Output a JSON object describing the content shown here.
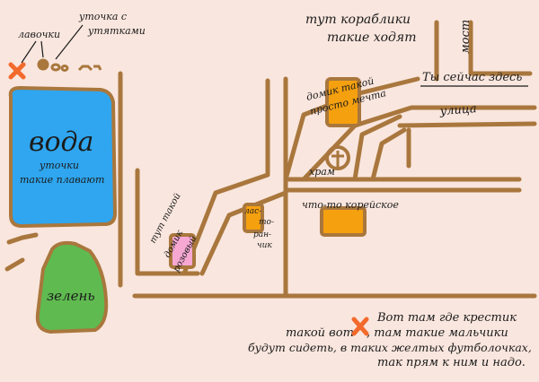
{
  "labels": {
    "benches": "лавочки",
    "duck_line1": "уточка с",
    "duck_line2": "утятками",
    "boats_line1": "тут кораблики",
    "boats_line2": "такие ходят",
    "bridge": "мост",
    "you_are_here": "Ты сейчас здесь",
    "water": "вода",
    "ducks_line1": "уточки",
    "ducks_line2": "такие плавают",
    "house_line1": "домик такой",
    "house_line2": "просто мечта",
    "street": "улица",
    "temple": "храм",
    "korean": "что-то корейское",
    "pink_line1": "тут такой",
    "pink_line2": "домик",
    "pink_line3": "розовый",
    "kiosk_l1": "лас-",
    "kiosk_l2": "то-",
    "kiosk_l3": "ран-",
    "kiosk_l4": "чик",
    "greens": "зелень",
    "note_line1": "Вот там где крестик",
    "note_line2a": "такой вот",
    "note_line2b": ", там такие мальчики",
    "note_line3": "будут сидеть, в таких желтых футболочках,",
    "note_line4": "так прям к ним и надо."
  },
  "colors": {
    "paper": "#f9e6de",
    "road": "#a9773d",
    "water": "#2fa6ef",
    "greens": "#5fba50",
    "house_orange": "#f5a00f",
    "pink": "#f6a8d3",
    "cross": "#f26a2c",
    "ink": "#1b1b1b"
  }
}
